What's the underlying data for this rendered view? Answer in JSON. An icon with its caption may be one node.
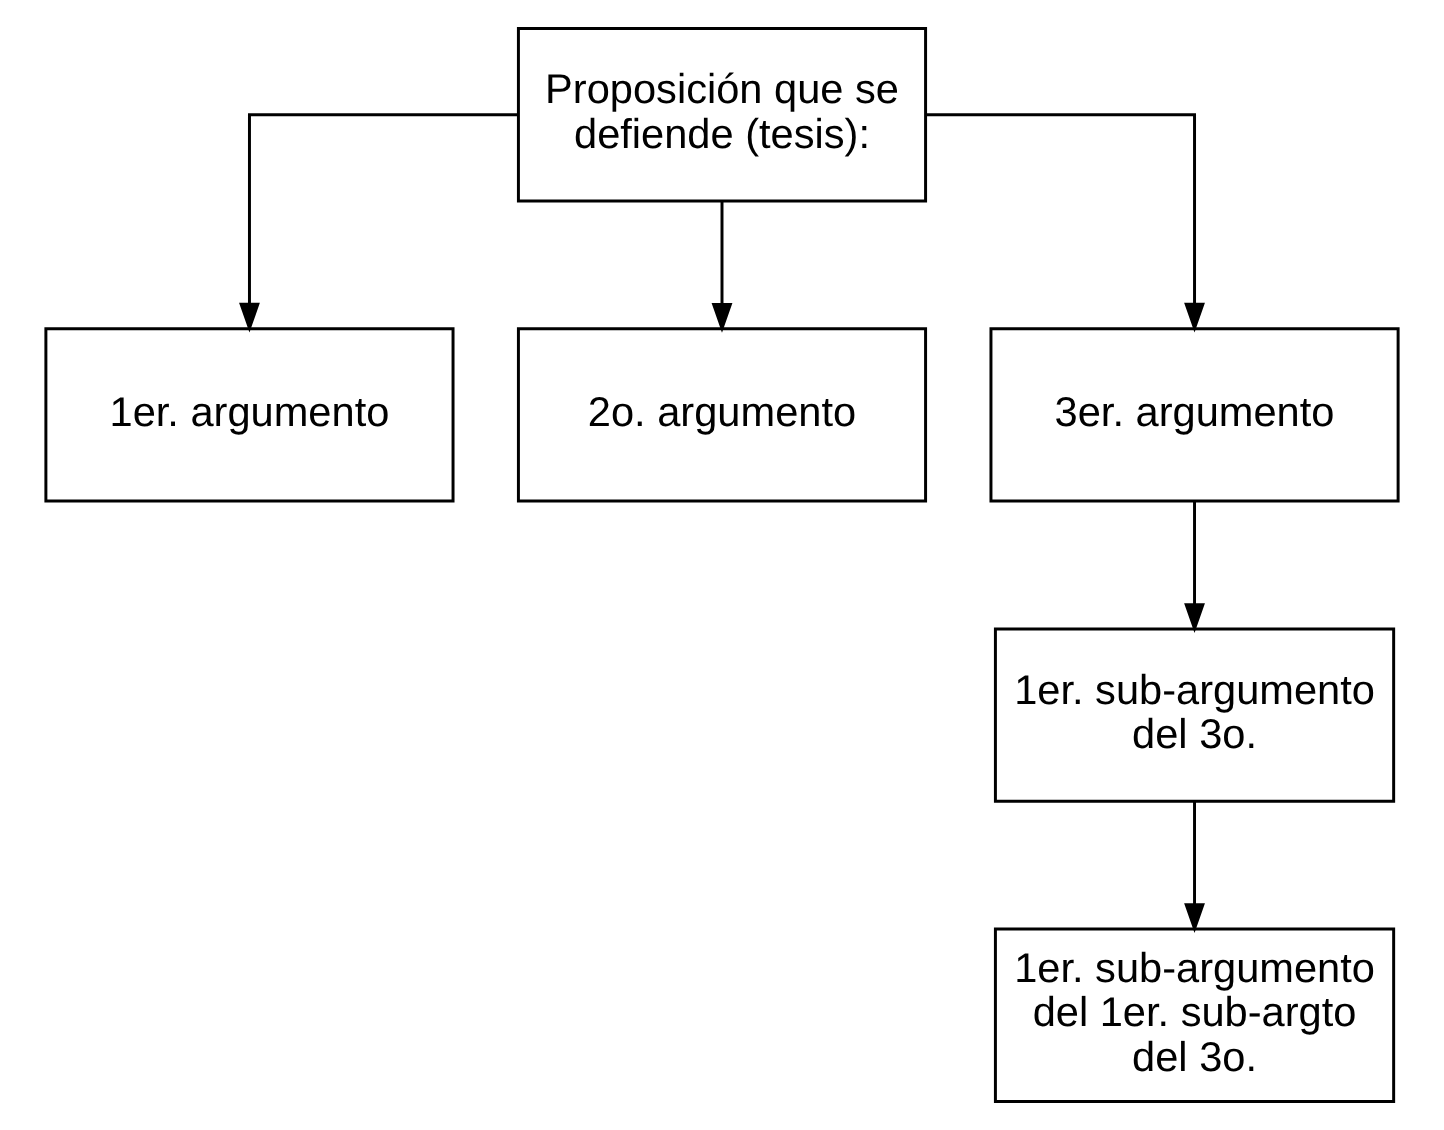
{
  "diagram": {
    "nodes": [
      {
        "text": [
          "Proposición que se defiende (tesis):"
        ]
      },
      {
        "text": [
          "1er. argumento"
        ]
      },
      {
        "text": [
          "2o. argumento"
        ]
      },
      {
        "text": [
          "3er. argumento"
        ]
      },
      {
        "text": [
          "1er. sub-argumento del 3o."
        ]
      },
      {
        "text": [
          "1er. sub-argumento del 1er. sub-argto del 3o."
        ]
      }
    ],
    "edges": [
      {
        "from": 0,
        "to": 1,
        "arrow": "to"
      },
      {
        "from": 0,
        "to": 2,
        "arrow": "to"
      },
      {
        "from": 0,
        "to": 3,
        "arrow": "to"
      },
      {
        "from": 3,
        "to": 4,
        "arrow": "to"
      },
      {
        "from": 4,
        "to": 5,
        "arrow": "to"
      }
    ]
  }
}
